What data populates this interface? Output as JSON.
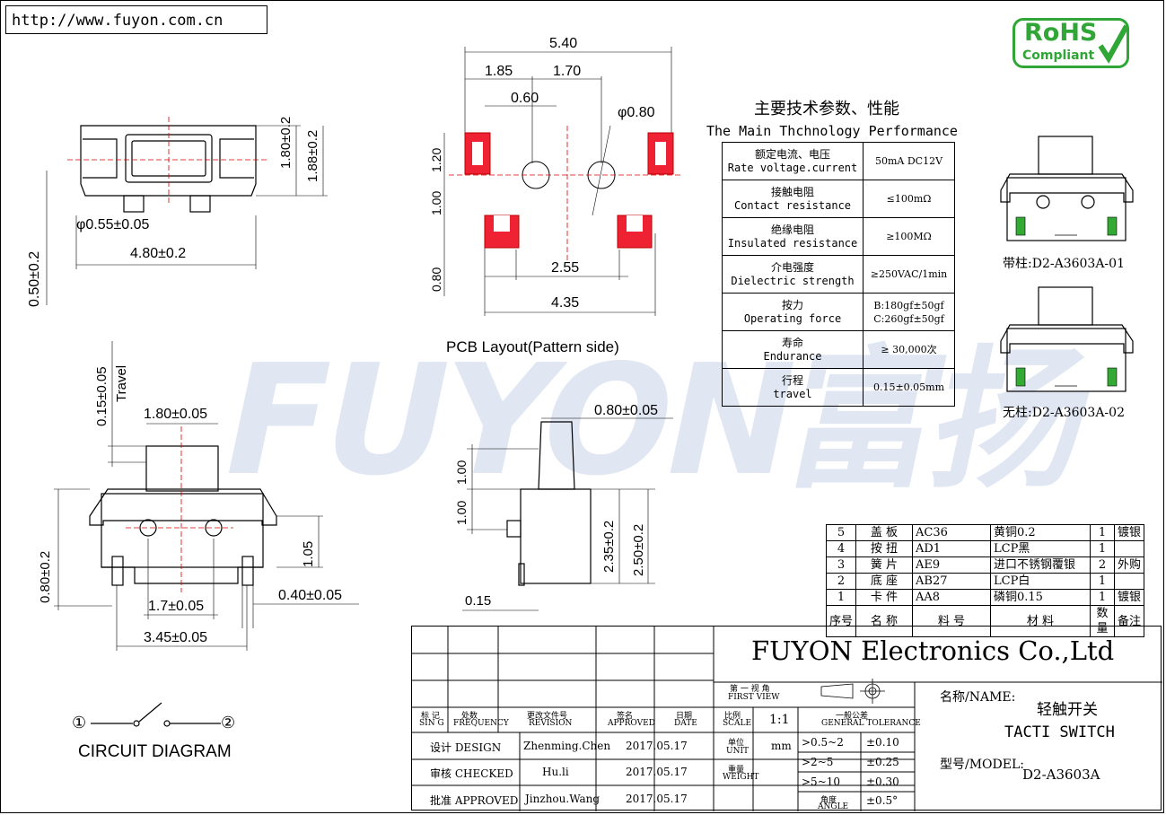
{
  "url": "http://www.fuyon.com.cn",
  "rohs": {
    "line1": "RoHS",
    "line2": "Compliant"
  },
  "watermark": "FUYON富扬",
  "dims": {
    "top_view": {
      "h1": "1.80±0.2",
      "h2": "1.88±0.2",
      "pin": "φ0.55±0.05",
      "width": "4.80±0.2",
      "offset": "0.50±0.2"
    },
    "pcb": {
      "total": "5.40",
      "left": "1.85",
      "mid": "1.70",
      "gap": "0.60",
      "hole": "φ0.80",
      "v1": "1.20",
      "v2": "1.00",
      "v3": "0.80",
      "inner": "2.55",
      "outer": "4.35",
      "caption": "PCB Layout(Pattern side)"
    },
    "front": {
      "travel_val": "0.15±0.05",
      "travel": "Travel",
      "cap": "1.80±0.05",
      "height": "0.80±0.2",
      "v": "1.05",
      "pins": "1.7±0.05",
      "pinw": "0.40±0.05",
      "total": "3.45±0.05"
    },
    "side": {
      "cap": "0.80±0.05",
      "v1": "1.00",
      "v2": "1.00",
      "h1": "2.35±0.2",
      "h2": "2.50±0.2",
      "foot": "0.15"
    }
  },
  "circuit": {
    "n1": "①",
    "n2": "②",
    "label": "CIRCUIT DIAGRAM"
  },
  "spec": {
    "title_cn": "主要技术参数、性能",
    "title_en": "The Main Thchnology Performance",
    "rows": [
      {
        "cn": "额定电流、电压",
        "en": "Rate voltage.current",
        "val": "50mA DC12V"
      },
      {
        "cn": "接触电阻",
        "en": "Contact resistance",
        "val": "≤100mΩ"
      },
      {
        "cn": "绝缘电阻",
        "en": "Insulated resistance",
        "val": "≥100MΩ"
      },
      {
        "cn": "介电强度",
        "en": "Dielectric strength",
        "val": "≥250VAC/1min"
      },
      {
        "cn": "按力",
        "en": "Operating force",
        "val": "B:180gf±50gf",
        "val2": "C:260gf±50gf"
      },
      {
        "cn": "寿命",
        "en": "Endurance",
        "val": "≥ 30,000次"
      },
      {
        "cn": "行程",
        "en": "travel",
        "val": "0.15±0.05mm"
      }
    ]
  },
  "variants": {
    "a": "带柱:D2-A3603A-01",
    "b": "无柱:D2-A3603A-02"
  },
  "bom": {
    "rows": [
      [
        "5",
        "盖 板",
        "AC36",
        "黄铜0.2",
        "1",
        "镀银"
      ],
      [
        "4",
        "按 扭",
        "AD1",
        "LCP黑",
        "1",
        ""
      ],
      [
        "3",
        "簧 片",
        "AE9",
        "进口不锈钢覆银",
        "2",
        "外购"
      ],
      [
        "2",
        "底 座",
        "AB27",
        "LCP白",
        "1",
        ""
      ],
      [
        "1",
        "卡 件",
        "AA8",
        "磷铜0.15",
        "1",
        "镀银"
      ]
    ],
    "header": [
      "序号",
      "名 称",
      "料 号",
      "材 料",
      "数量",
      "备注"
    ]
  },
  "title_block": {
    "company": "FUYON Electronics Co.,Ltd",
    "first_view_cn": "第 一 视 角",
    "first_view_en": "FIRST VIEW",
    "mark_cn": "标 记",
    "mark_en": "SIN G",
    "freq_cn": "处数",
    "freq_en": "FREQUENCY",
    "rev_cn": "更改文件号",
    "rev_en": "REVISION",
    "appr_cn": "签名",
    "appr_en": "APPROVED",
    "date_cn": "日期",
    "date_en": "DATE",
    "scale_cn": "比例",
    "scale_en": "SCALE",
    "scale": "1:1",
    "tol_cn": "一般公差",
    "tol_en": "GENERAL TOLERANCE",
    "design": "设计 DESIGN",
    "designer": "Zhenming.Chen",
    "design_date": "2017.05.17",
    "checked": "审核 CHECKED",
    "checker": "Hu.li",
    "checked_date": "2017.05.17",
    "approved": "批准 APPROVED",
    "approver": "Jinzhou.Wang",
    "approved_date": "2017.05.17",
    "unit_cn": "单位",
    "unit_en": "UNIT",
    "unit": "mm",
    "weight_cn": "重量",
    "weight_en": "WEIGHT",
    "angle_cn": "角度",
    "angle_en": "ANGLE",
    "tol_rows": [
      {
        "range": ">0.5~2",
        "tol": "±0.10"
      },
      {
        "range": ">2~5",
        "tol": "±0.25"
      },
      {
        "range": ">5~10",
        "tol": "±0.30"
      },
      {
        "range": "",
        "tol": "±0.5°"
      }
    ],
    "name_label": "名称/NAME:",
    "name_cn": "轻触开关",
    "name_en": "TACTI SWITCH",
    "model_label": "型号/MODEL:",
    "model": "D2-A3603A"
  }
}
